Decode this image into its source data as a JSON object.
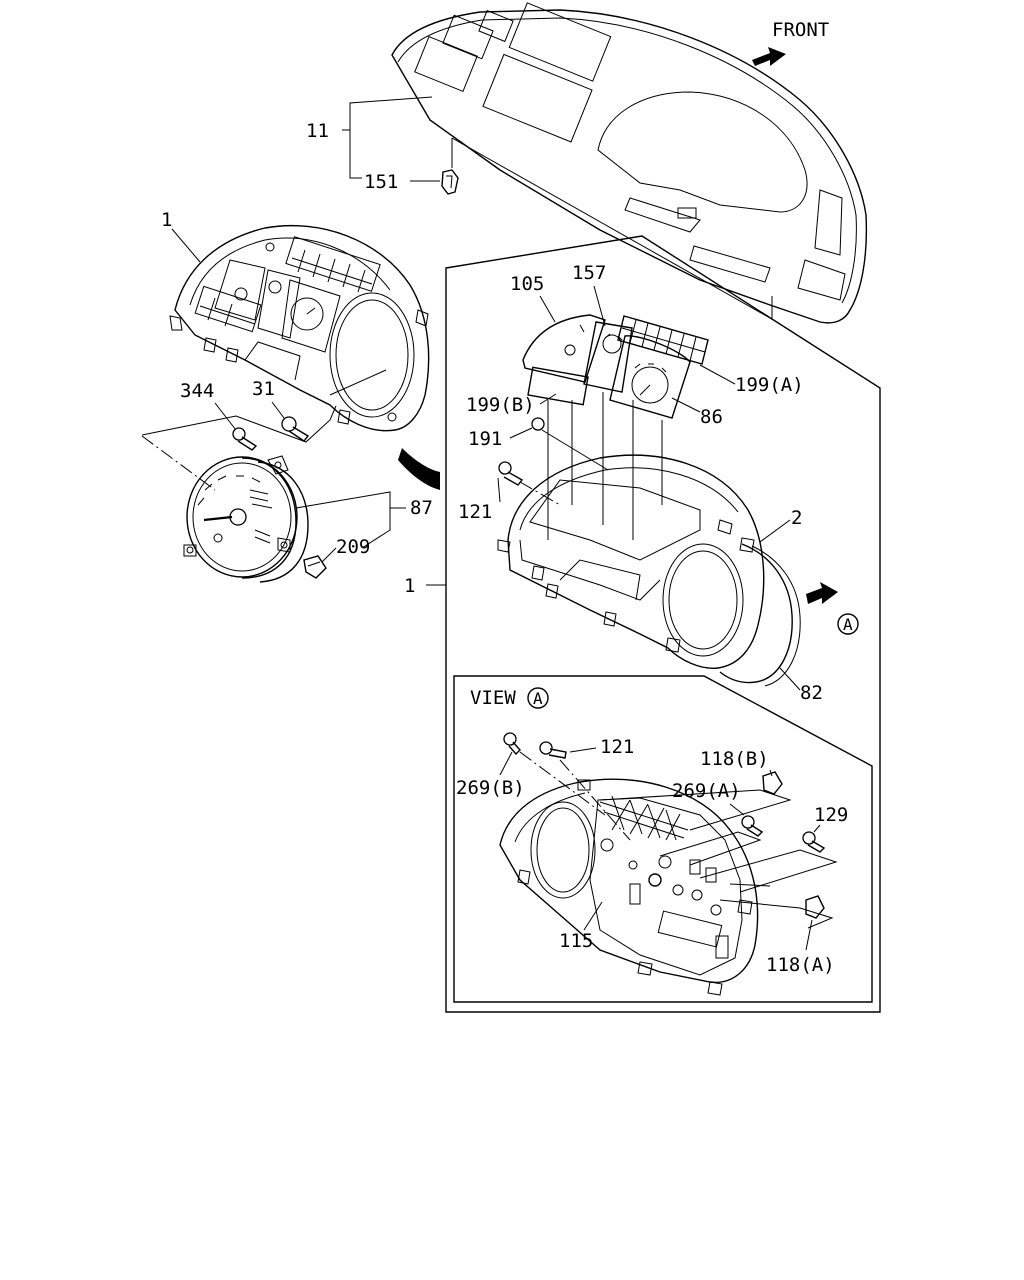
{
  "labels": {
    "front": "FRONT",
    "p11": "11",
    "p151": "151",
    "p1_top": "1",
    "p105": "105",
    "p157": "157",
    "p199a": "199(A)",
    "p199b": "199(B)",
    "p86": "86",
    "p191": "191",
    "p344": "344",
    "p31": "31",
    "p87": "87",
    "p209": "209",
    "p121_main": "121",
    "p2": "2",
    "p1_side": "1",
    "circle_a": "A",
    "p82": "82",
    "view": "VIEW",
    "view_a": "A",
    "p121_view": "121",
    "p118b": "118(B)",
    "p269b": "269(B)",
    "p269a": "269(A)",
    "p129": "129",
    "p115": "115",
    "p118a": "118(A)"
  }
}
